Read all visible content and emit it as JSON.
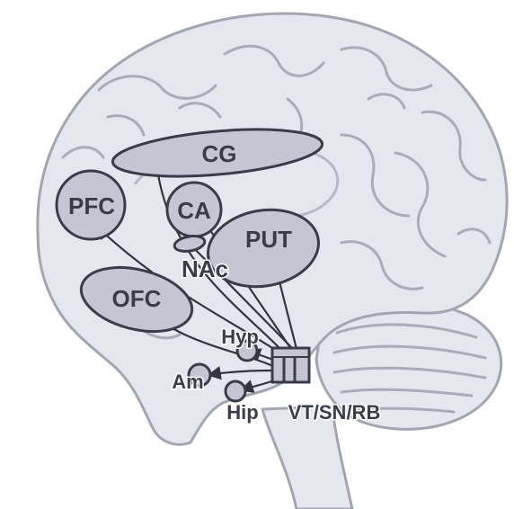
{
  "diagram": {
    "colors": {
      "brain_fill": "#e6e7ee",
      "brain_outline": "#a3a5b2",
      "region_fill": "#c4c6d3",
      "region_stroke": "#3a3c4a",
      "line": "#33343f",
      "text": "#3a3c4a"
    },
    "regions": {
      "cg": "CG",
      "pfc": "PFC",
      "ca": "CA",
      "put": "PUT",
      "nac": "NAc",
      "ofc": "OFC",
      "hyp": "Hyp",
      "am": "Am",
      "hip": "Hip",
      "source": "VT/SN/RB"
    }
  }
}
